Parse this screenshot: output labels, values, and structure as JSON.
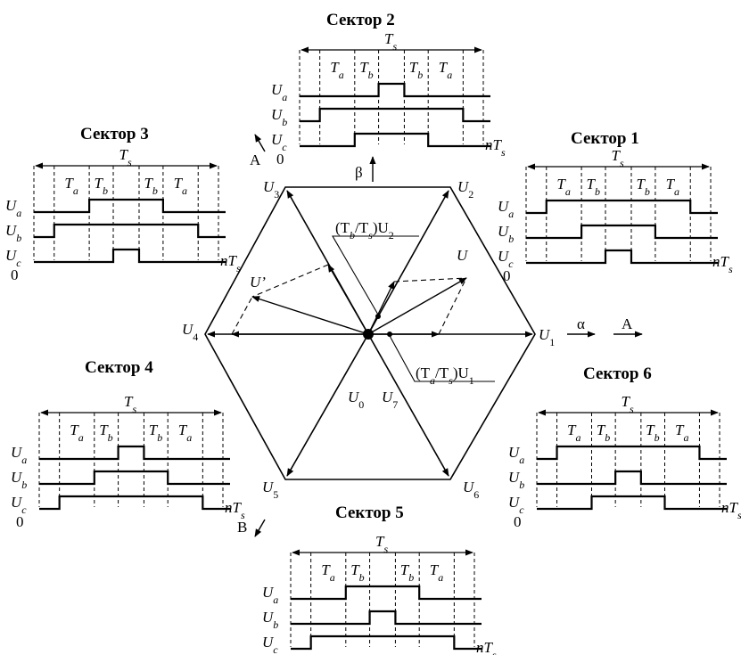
{
  "hexagon": {
    "vectors": {
      "u0": "U",
      "u0_sub": "0",
      "u1": "U",
      "u1_sub": "1",
      "u2": "U",
      "u2_sub": "2",
      "u3": "U",
      "u3_sub": "3",
      "u4": "U",
      "u4_sub": "4",
      "u5": "U",
      "u5_sub": "5",
      "u6": "U",
      "u6_sub": "6",
      "u7": "U",
      "u7_sub": "7"
    },
    "reference_vector": "U",
    "reference_vector_mirror": "U’",
    "component_b": "(T",
    "component_b_sub1": "b",
    "component_b_mid": "/T",
    "component_b_sub2": "s",
    "component_b_end": ")U",
    "component_b_sub3": "2",
    "component_a": "(T",
    "component_a_sub1": "a",
    "component_a_mid": "/T",
    "component_a_sub2": "s",
    "component_a_end": ")U",
    "component_a_sub3": "1",
    "alpha_axis": "α",
    "beta_axis": "β",
    "axis_a_right": "A",
    "axis_a_up": "A",
    "axis_b": "B"
  },
  "common": {
    "ts": "T",
    "ts_sub": "s",
    "nts": "nT",
    "nts_sub": "s",
    "ta": "T",
    "ta_sub": "a",
    "tb": "T",
    "tb_sub": "b",
    "ua": "U",
    "ua_sub": "a",
    "ub": "U",
    "ub_sub": "b",
    "uc": "U",
    "uc_sub": "c",
    "zero": "0"
  },
  "sectors": [
    {
      "id": "s1",
      "title": "Сектор 1",
      "signals": {
        "ua": [
          [
            0.11,
            0.89
          ]
        ],
        "ub": [
          [
            0.3,
            0.7
          ]
        ],
        "uc": [
          [
            0.43,
            0.57
          ]
        ]
      }
    },
    {
      "id": "s2",
      "title": "Сектор 2",
      "signals": {
        "ua": [
          [
            0.43,
            0.57
          ]
        ],
        "ub": [
          [
            0.11,
            0.89
          ]
        ],
        "uc": [
          [
            0.3,
            0.7
          ]
        ]
      }
    },
    {
      "id": "s3",
      "title": "Сектор 3",
      "signals": {
        "ua": [
          [
            0.3,
            0.7
          ]
        ],
        "ub": [
          [
            0.11,
            0.89
          ]
        ],
        "uc": [
          [
            0.43,
            0.57
          ]
        ]
      }
    },
    {
      "id": "s4",
      "title": "Сектор 4",
      "signals": {
        "ua": [
          [
            0.43,
            0.57
          ]
        ],
        "ub": [
          [
            0.3,
            0.7
          ]
        ],
        "uc": [
          [
            0.11,
            0.89
          ]
        ]
      }
    },
    {
      "id": "s5",
      "title": "Сектор 5",
      "signals": {
        "ua": [
          [
            0.3,
            0.7
          ]
        ],
        "ub": [
          [
            0.43,
            0.57
          ]
        ],
        "uc": [
          [
            0.11,
            0.89
          ]
        ]
      }
    },
    {
      "id": "s6",
      "title": "Сектор 6",
      "signals": {
        "ua": [
          [
            0.11,
            0.89
          ]
        ],
        "ub": [
          [
            0.43,
            0.57
          ]
        ],
        "uc": [
          [
            0.3,
            0.7
          ]
        ]
      }
    }
  ]
}
